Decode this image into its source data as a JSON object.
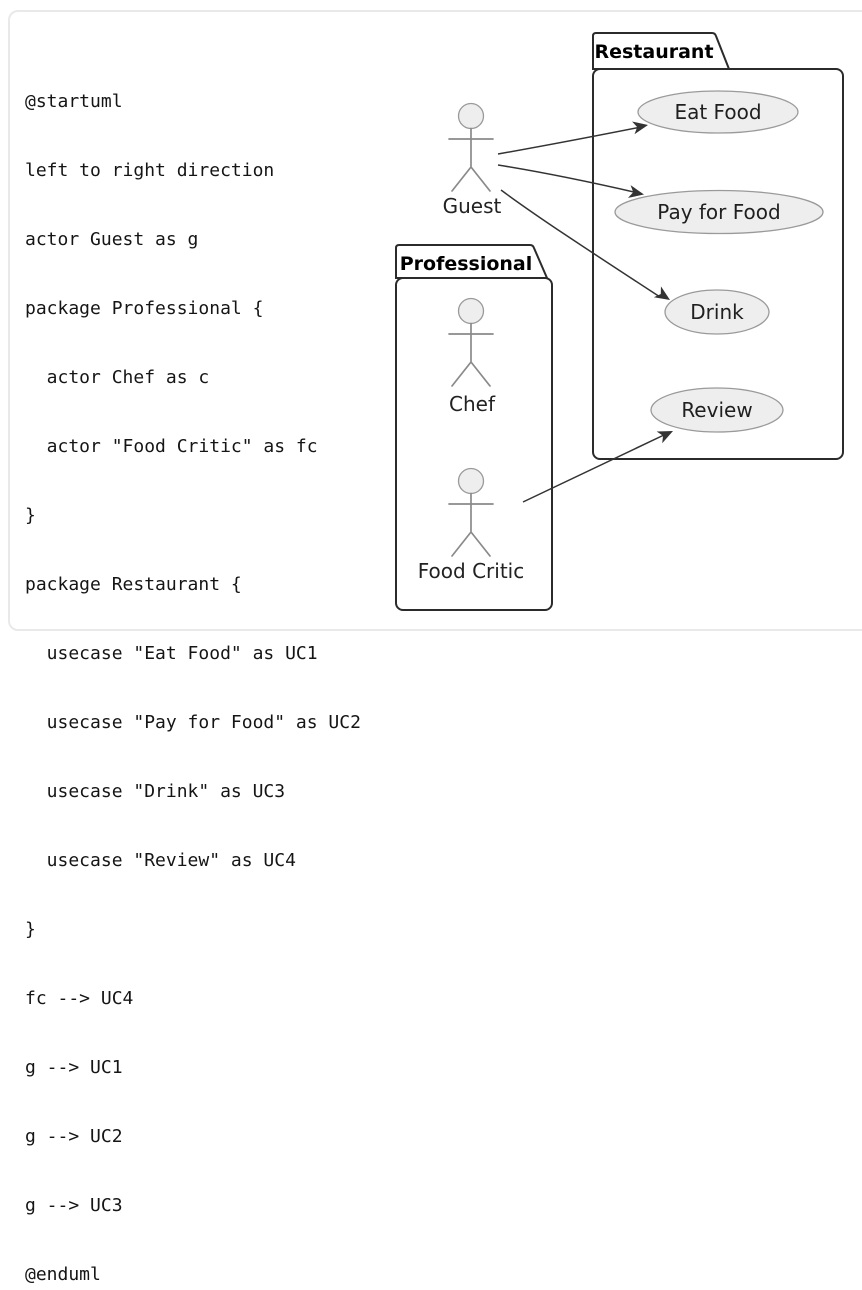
{
  "code": {
    "lines": [
      "@startuml",
      "left to right direction",
      "actor Guest as g",
      "package Professional {",
      "  actor Chef as c",
      "  actor \"Food Critic\" as fc",
      "}",
      "package Restaurant {",
      "  usecase \"Eat Food\" as UC1",
      "  usecase \"Pay for Food\" as UC2",
      "  usecase \"Drink\" as UC3",
      "  usecase \"Review\" as UC4",
      "}",
      "fc --> UC4",
      "g --> UC1",
      "g --> UC2",
      "g --> UC3",
      "@enduml"
    ]
  },
  "diagram": {
    "packages": {
      "restaurant": {
        "title": "Restaurant"
      },
      "professional": {
        "title": "Professional"
      }
    },
    "actors": {
      "guest": {
        "label": "Guest"
      },
      "chef": {
        "label": "Chef"
      },
      "food_critic": {
        "label": "Food Critic"
      }
    },
    "usecases": {
      "uc1": {
        "label": "Eat Food"
      },
      "uc2": {
        "label": "Pay for Food"
      },
      "uc3": {
        "label": "Drink"
      },
      "uc4": {
        "label": "Review"
      }
    },
    "edges": [
      {
        "from": "g",
        "to": "UC1"
      },
      {
        "from": "g",
        "to": "UC2"
      },
      {
        "from": "g",
        "to": "UC3"
      },
      {
        "from": "fc",
        "to": "UC4"
      }
    ]
  },
  "colors": {
    "card_border": "#e9e9e9",
    "code_text": "#151515",
    "package_border": "#2b2b2b",
    "ellipse_fill": "#eeeeee",
    "ellipse_stroke": "#9a9a9a",
    "actor_stroke": "#8a8a8a",
    "arrow": "#333333"
  }
}
